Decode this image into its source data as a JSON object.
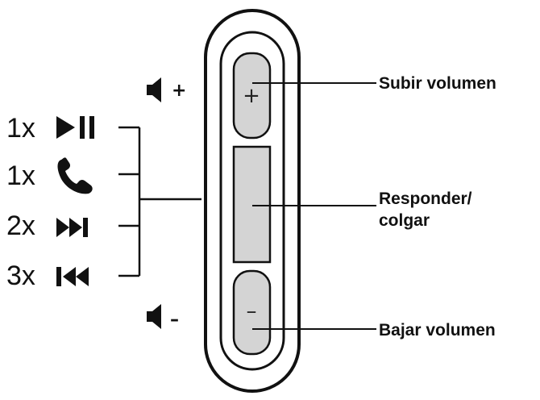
{
  "remote": {
    "plus_sign": "+",
    "minus_sign": "–"
  },
  "volume_icons": {
    "up_sign": "+",
    "down_sign": "–",
    "icon": "speaker-icon"
  },
  "press_actions": [
    {
      "count": "1x",
      "icon": "play-pause-icon"
    },
    {
      "count": "1x",
      "icon": "phone-icon"
    },
    {
      "count": "2x",
      "icon": "next-track-icon"
    },
    {
      "count": "3x",
      "icon": "previous-track-icon"
    }
  ],
  "callouts": {
    "volume_up": "Subir volumen",
    "answer_line1": "Responder/",
    "answer_line2": "colgar",
    "volume_down": "Bajar volumen"
  },
  "colors": {
    "button_fill": "#d4d4d4",
    "outline": "#111111"
  }
}
